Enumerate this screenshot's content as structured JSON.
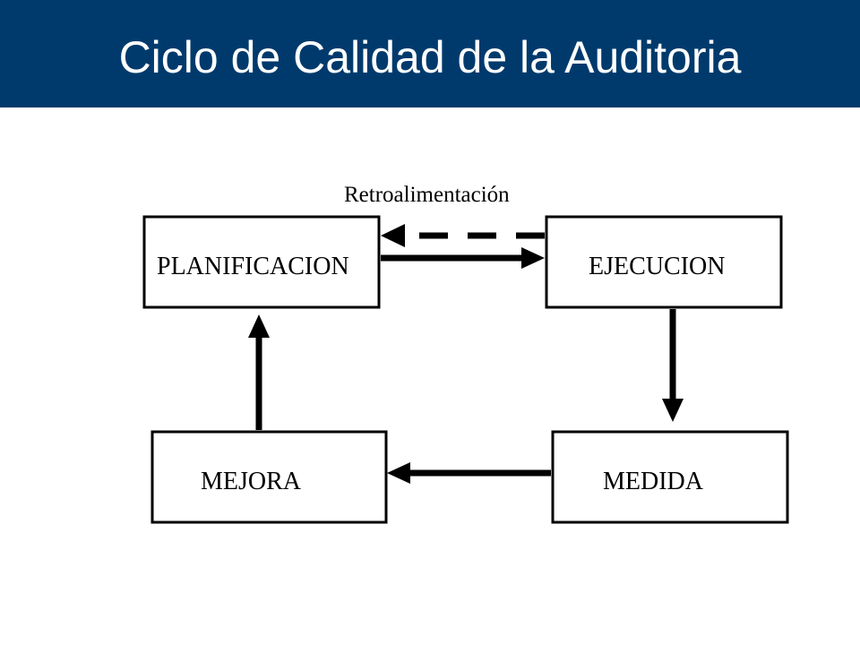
{
  "title": "Ciclo de Calidad de la Auditoria",
  "colors": {
    "title_bar": "#003a6c",
    "title_text": "#ffffff",
    "stroke": "#000000"
  },
  "diagram": {
    "nodes": {
      "planificacion": "PLANIFICACION",
      "ejecucion": "EJECUCION",
      "medida": "MEDIDA",
      "mejora": "MEJORA"
    },
    "feedback_label": "Retroalimentación",
    "edges": [
      {
        "from": "planificacion",
        "to": "ejecucion",
        "style": "solid"
      },
      {
        "from": "ejecucion",
        "to": "planificacion",
        "style": "dashed",
        "label": "Retroalimentación"
      },
      {
        "from": "ejecucion",
        "to": "medida",
        "style": "solid"
      },
      {
        "from": "medida",
        "to": "mejora",
        "style": "solid"
      },
      {
        "from": "mejora",
        "to": "planificacion",
        "style": "solid"
      }
    ]
  }
}
